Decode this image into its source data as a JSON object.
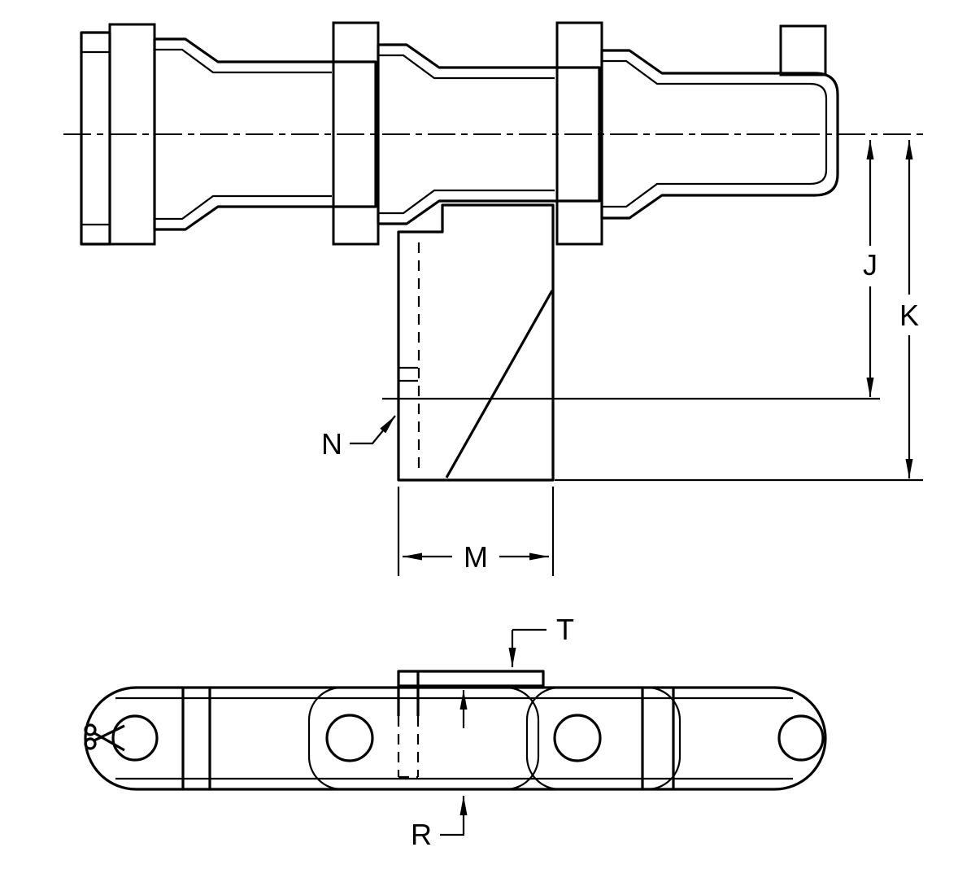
{
  "drawing": {
    "labels": {
      "J": "J",
      "K": "K",
      "M": "M",
      "N": "N",
      "T": "T",
      "R": "R"
    },
    "colors": {
      "line": "#000000",
      "background": "#ffffff"
    }
  }
}
